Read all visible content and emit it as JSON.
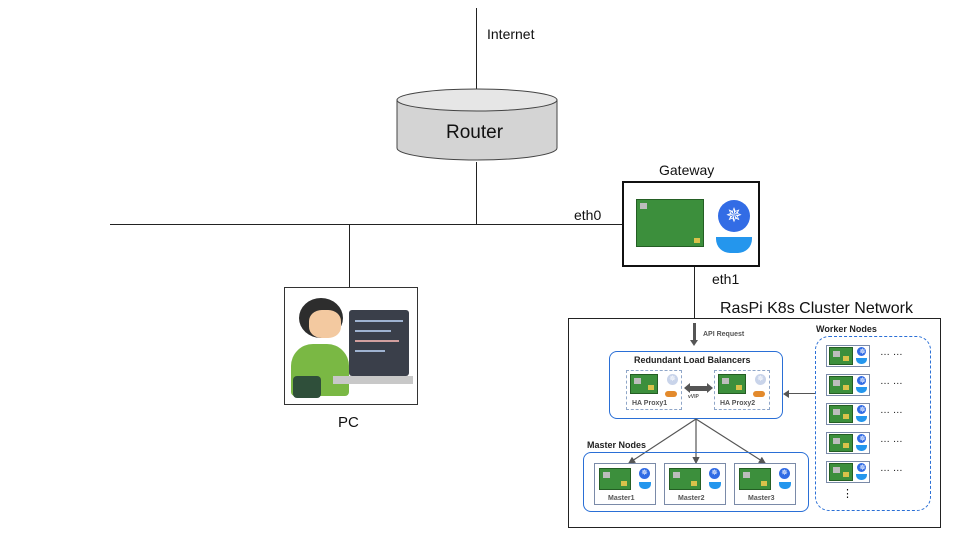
{
  "internet_label": "Internet",
  "router_label": "Router",
  "gateway": {
    "title": "Gateway",
    "eth0": "eth0",
    "eth1": "eth1"
  },
  "pc_label": "PC",
  "cluster": {
    "title": "RasPi K8s Cluster Network",
    "api_request": "API Request",
    "load_balancers": {
      "title": "Redundant Load Balancers",
      "proxies": [
        "HA Proxy1",
        "HA Proxy2"
      ],
      "vip": "vVIP"
    },
    "master_nodes": {
      "title": "Master Nodes",
      "nodes": [
        "Master1",
        "Master2",
        "Master3"
      ]
    },
    "worker_nodes": {
      "title": "Worker Nodes",
      "ellipsis": "… …",
      "more": "⋮"
    }
  },
  "icons": [
    "raspberry-pi-board-icon",
    "kubernetes-icon",
    "docker-whale-icon",
    "person-at-laptop-icon"
  ],
  "colors": {
    "accent_blue": "#2a6fd6",
    "k8s_blue": "#326ce5",
    "docker_blue": "#2496ed",
    "pi_green": "#3c8f3c"
  }
}
